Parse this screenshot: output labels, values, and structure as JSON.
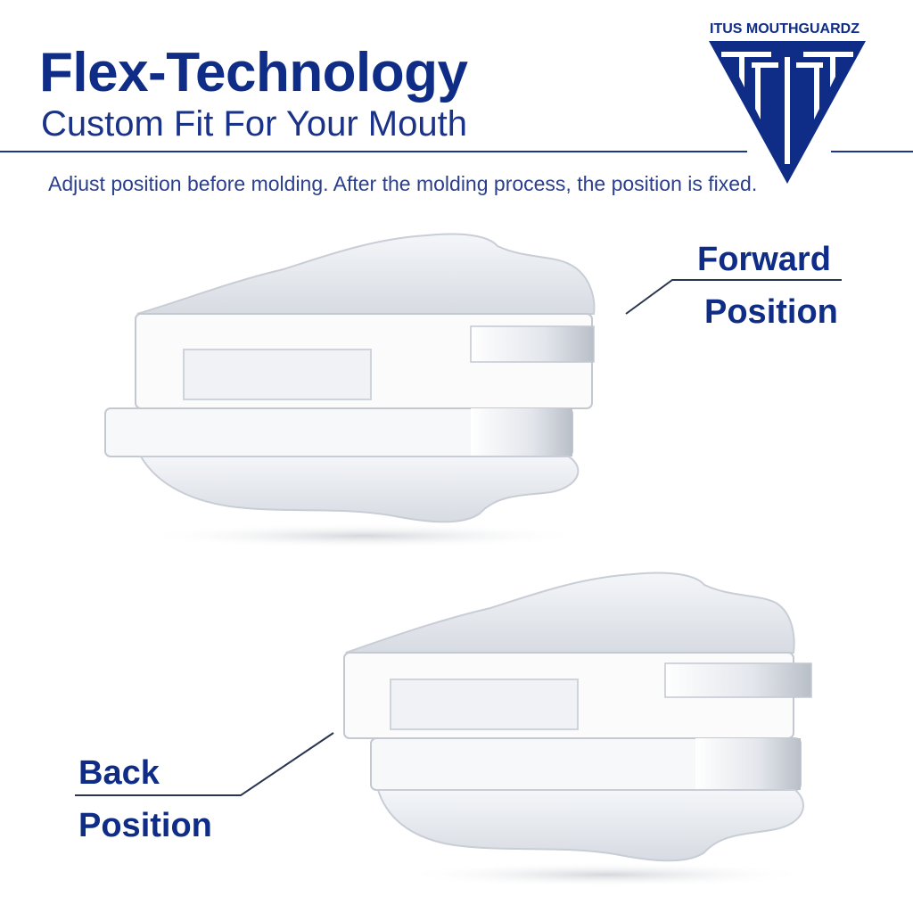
{
  "header": {
    "title": "Flex-Technology",
    "subtitle": "Custom Fit For Your Mouth",
    "description": "Adjust position before molding.  After the molding process, the position is fixed."
  },
  "brand": {
    "name": "ITUS MOUTHGUARDZ",
    "logo_icon": "itus-triangle-logo-icon",
    "color": "#0f2d86"
  },
  "labels": {
    "forward_line1": "Forward",
    "forward_line2": "Position",
    "back_line1": "Back",
    "back_line2": "Position"
  },
  "images": {
    "forward": "clear-mouthguard-forward-position-icon",
    "back": "clear-mouthguard-back-position-icon"
  },
  "colors": {
    "accent": "#0f2d86",
    "background": "#ffffff"
  }
}
